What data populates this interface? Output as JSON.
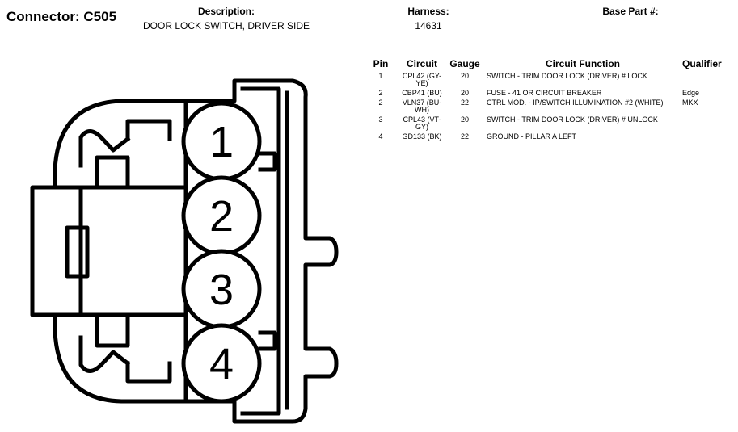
{
  "header": {
    "title": "Connector: C505",
    "description_label": "Description:",
    "description_value": "DOOR LOCK SWITCH, DRIVER SIDE",
    "harness_label": "Harness:",
    "harness_value": "14631",
    "base_part_label": "Base Part #:",
    "base_part_value": ""
  },
  "table": {
    "headers": {
      "pin": "Pin",
      "circuit": "Circuit",
      "gauge": "Gauge",
      "function": "Circuit Function",
      "qualifier": "Qualifier"
    },
    "rows": [
      {
        "pin": "1",
        "circuit": "CPL42 (GY-YE)",
        "gauge": "20",
        "function": "SWITCH - TRIM DOOR LOCK (DRIVER) # LOCK",
        "qualifier": ""
      },
      {
        "pin": "2",
        "circuit": "CBP41 (BU)",
        "gauge": "20",
        "function": "FUSE - 41 OR CIRCUIT BREAKER",
        "qualifier": "Edge"
      },
      {
        "pin": "2",
        "circuit": "VLN37 (BU-WH)",
        "gauge": "22",
        "function": "CTRL MOD. - IP/SWITCH ILLUMINATION #2 (WHITE)",
        "qualifier": "MKX"
      },
      {
        "pin": "3",
        "circuit": "CPL43 (VT-GY)",
        "gauge": "20",
        "function": "SWITCH - TRIM DOOR LOCK (DRIVER) # UNLOCK",
        "qualifier": ""
      },
      {
        "pin": "4",
        "circuit": "GD133 (BK)",
        "gauge": "22",
        "function": "GROUND - PILLAR A LEFT",
        "qualifier": ""
      }
    ]
  },
  "connector": {
    "pin_labels": [
      "1",
      "2",
      "3",
      "4"
    ]
  }
}
